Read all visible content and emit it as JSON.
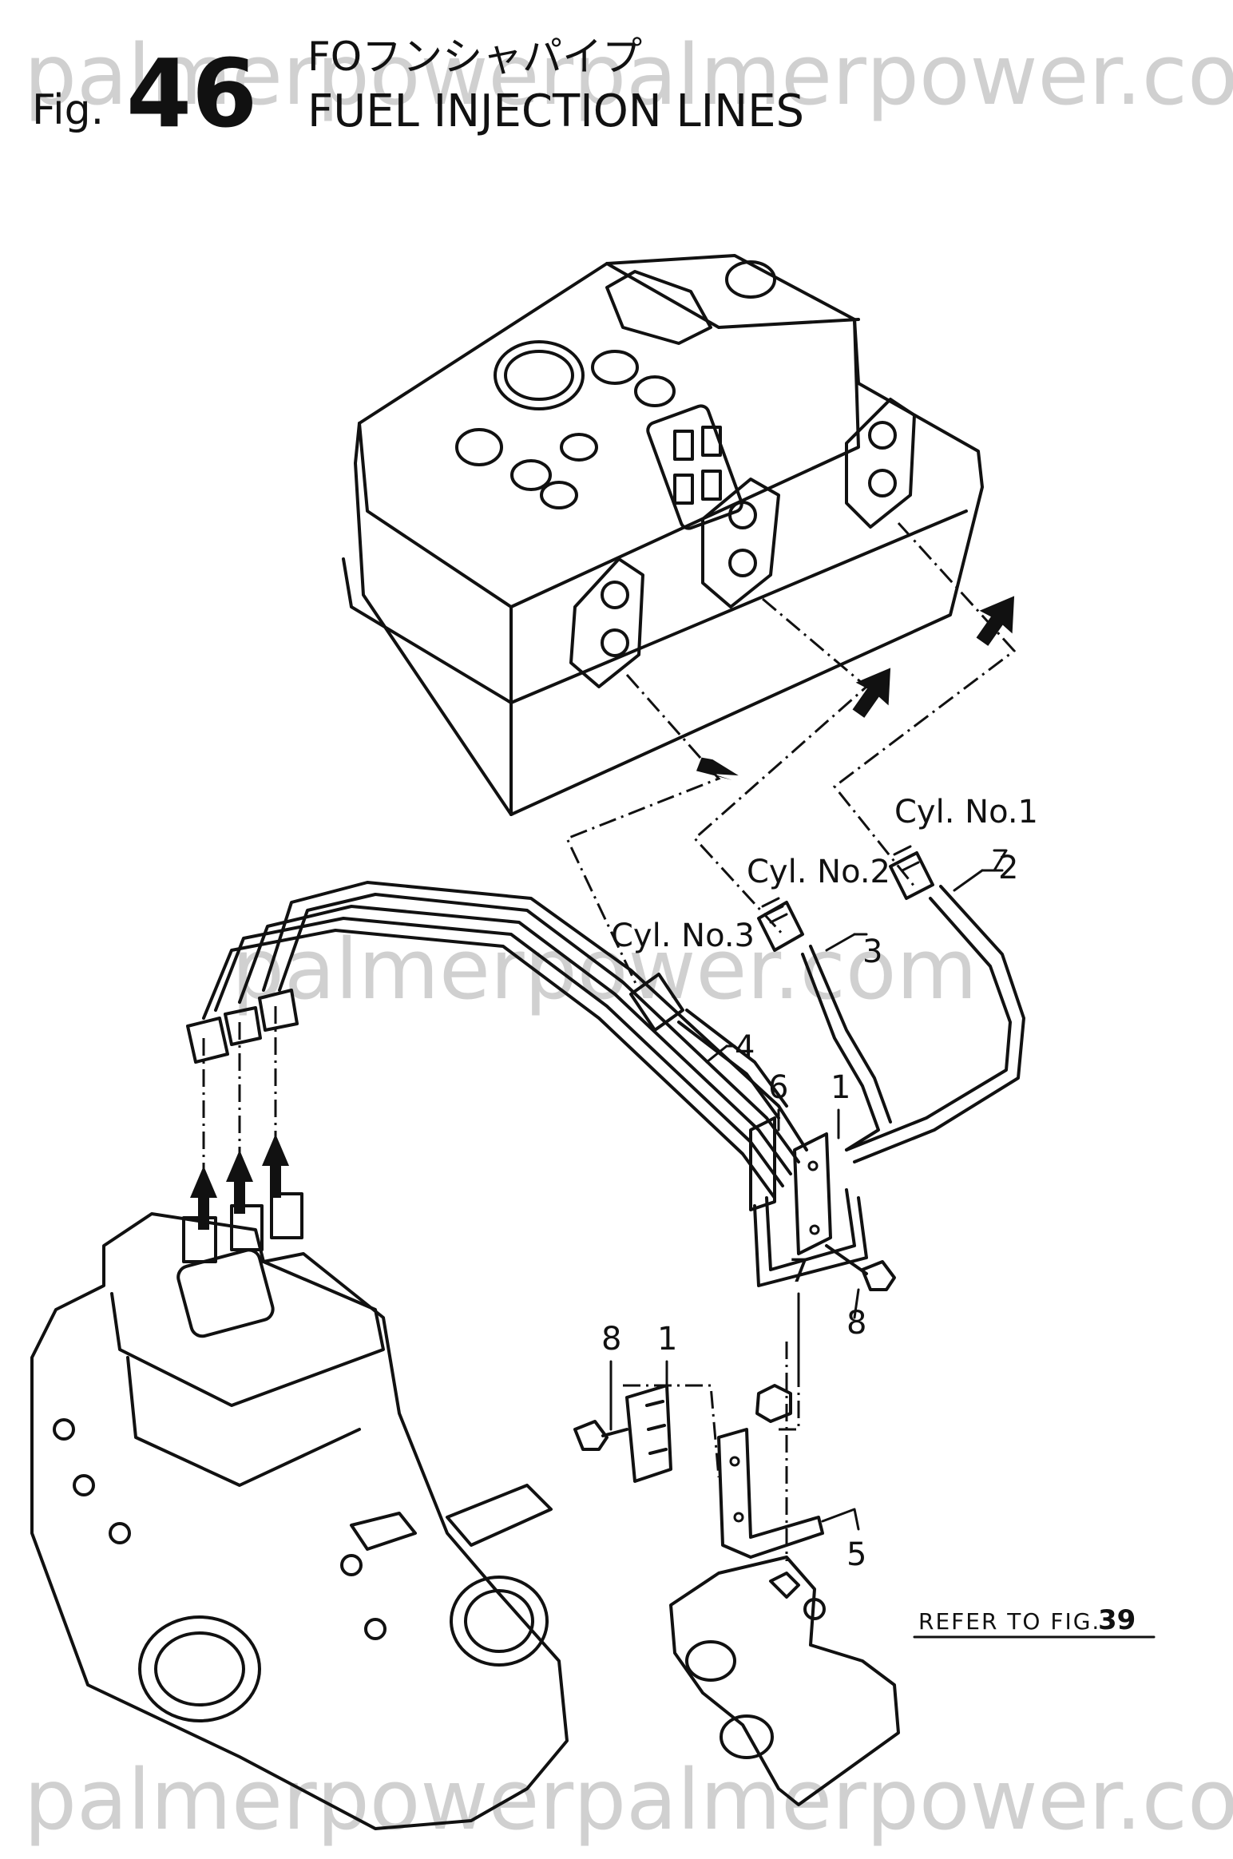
{
  "watermark": "palmerpowerpalmerpower.com",
  "watermark_mid": "palmerpower.com",
  "header": {
    "fig_prefix": "Fig.",
    "fig_number": "46",
    "title_jp": "FOフンシャパイプ",
    "title_en": "FUEL INJECTION LINES"
  },
  "cylinder_labels": [
    "Cyl. No.1",
    "Cyl. No.2",
    "Cyl. No.3"
  ],
  "callouts": [
    "2",
    "3",
    "4",
    "6",
    "1",
    "8",
    "7",
    "8",
    "1",
    "5"
  ],
  "reference": {
    "text": "REFER TO FIG.",
    "number": "39"
  }
}
